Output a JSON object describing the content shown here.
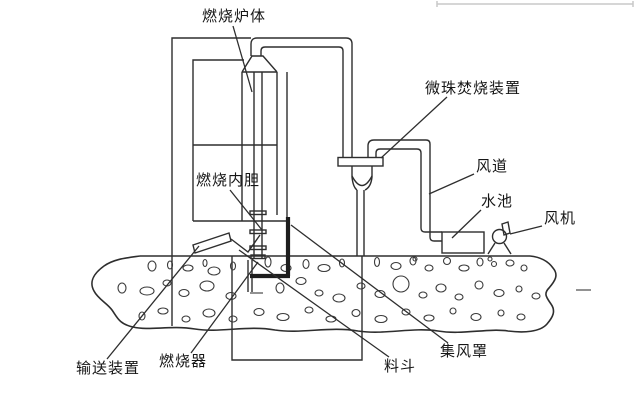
{
  "diagram": {
    "labels": {
      "furnace_body": "燃烧炉体",
      "microbead_incinerator": "微珠焚烧装置",
      "air_duct": "风道",
      "water_pool": "水池",
      "fan": "风机",
      "inner_liner": "燃烧内胆",
      "conveyor": "输送装置",
      "burner": "燃烧器",
      "hopper": "料斗",
      "wind_hood": "集风罩"
    },
    "colors": {
      "line": "#2e2e2e",
      "thick_line": "#1d1d1d",
      "background": "#ffffff",
      "text": "#161616",
      "faint_rule": "#c9c9c9"
    }
  }
}
